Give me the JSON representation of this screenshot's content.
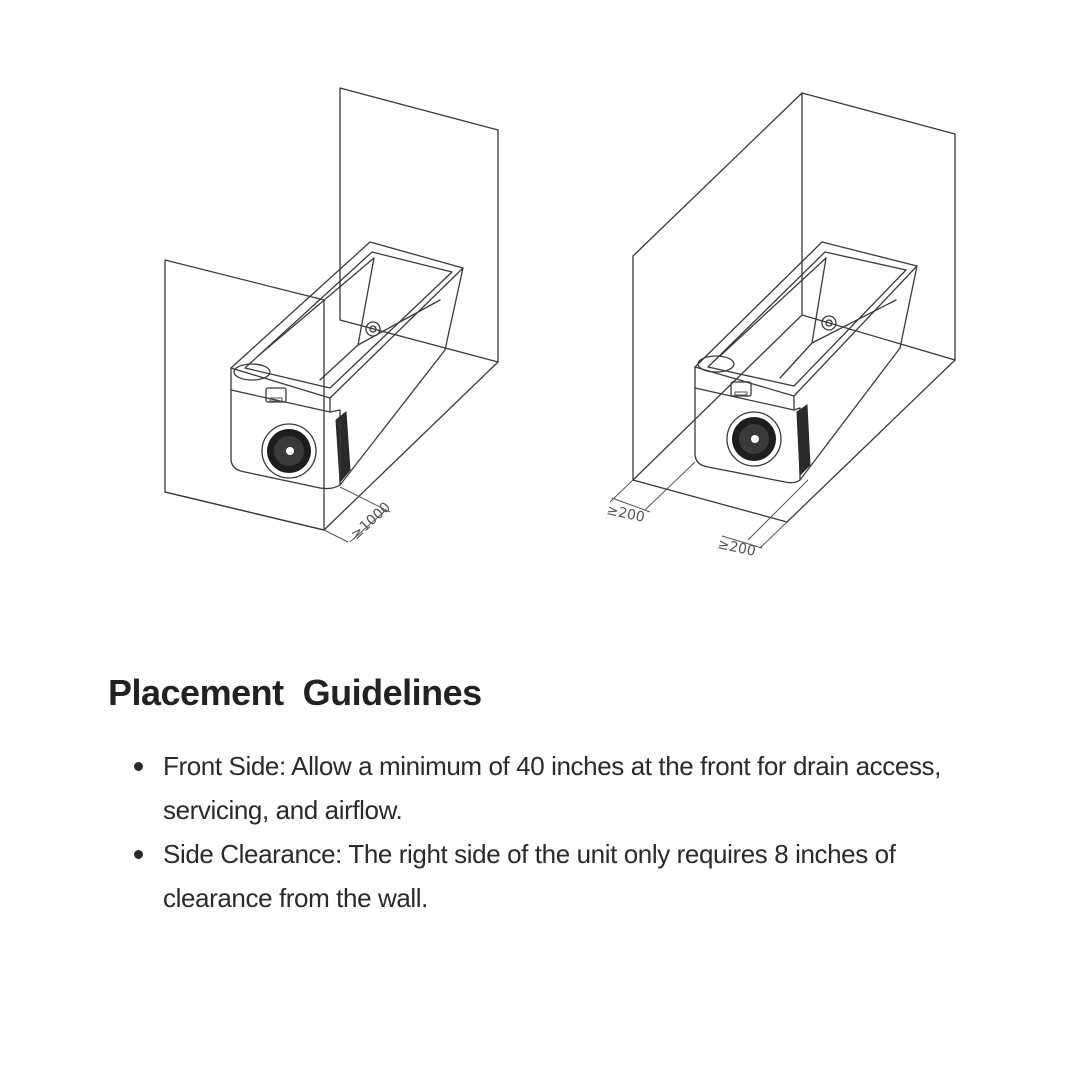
{
  "diagram": {
    "left_unit": {
      "icons": [
        "bathtub-icon",
        "wall-icon"
      ],
      "dimension_label": "≥1000"
    },
    "right_unit": {
      "icons": [
        "bathtub-icon",
        "wall-icon"
      ],
      "dimension_label_front": "≥200",
      "dimension_label_side": "≥200"
    }
  },
  "guidelines": {
    "title": "Placement  Guidelines",
    "items": [
      "Front Side: Allow a minimum of 40 inches at the front for drain access, servicing, and airflow.",
      "Side Clearance: The right side of the unit only requires 8 inches of clearance from the wall."
    ]
  }
}
